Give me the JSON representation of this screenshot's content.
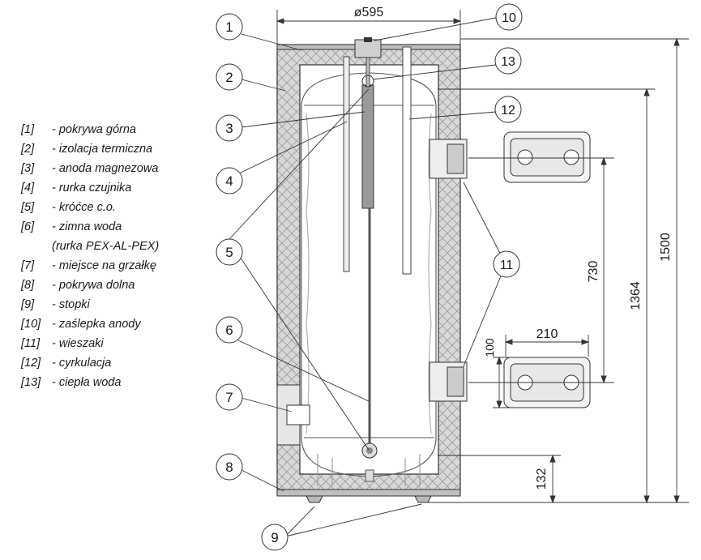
{
  "legend": {
    "items": [
      {
        "key": "[1]",
        "text": "- pokrywa górna"
      },
      {
        "key": "[2]",
        "text": "- izolacja termiczna"
      },
      {
        "key": "[3]",
        "text": "- anoda magnezowa"
      },
      {
        "key": "[4]",
        "text": "- rurka czujnika"
      },
      {
        "key": "[5]",
        "text": "- króćce c.o."
      },
      {
        "key": "[6]",
        "text": "- zimna woda"
      },
      {
        "key": "",
        "text": "(rurka PEX-AL-PEX)"
      },
      {
        "key": "[7]",
        "text": "- miejsce na grzałkę"
      },
      {
        "key": "[8]",
        "text": "- pokrywa dolna"
      },
      {
        "key": "[9]",
        "text": "- stopki"
      },
      {
        "key": "[10]",
        "text": "- zaślepka anody"
      },
      {
        "key": "[11]",
        "text": "- wieszaki"
      },
      {
        "key": "[12]",
        "text": "- cyrkulacja"
      },
      {
        "key": "[13]",
        "text": "- ciepła woda"
      }
    ]
  },
  "callouts": {
    "c1": "1",
    "c2": "2",
    "c3": "3",
    "c4": "4",
    "c5": "5",
    "c6": "6",
    "c7": "7",
    "c8": "8",
    "c9": "9",
    "c10": "10",
    "c11": "11",
    "c12": "12",
    "c13": "13"
  },
  "dimensions": {
    "diameter": "ø595",
    "height_total": "1500",
    "height_inner": "1364",
    "hanger_spacing": "730",
    "bottom_offset": "132",
    "bracket_width": "210",
    "bracket_height": "100"
  }
}
